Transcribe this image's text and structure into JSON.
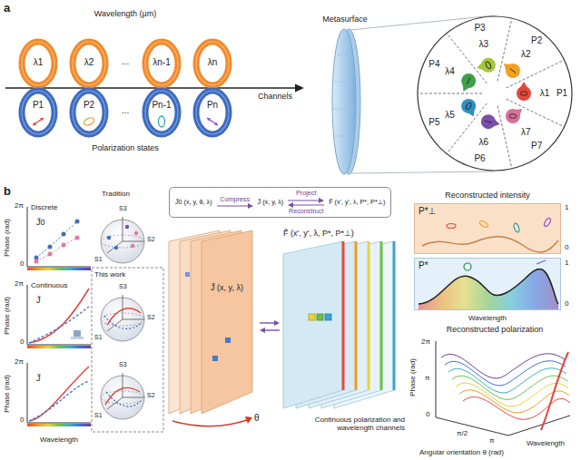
{
  "diagram": {
    "nodes": [
      {
        "text": [
          "λ1"
        ]
      },
      {
        "text": [
          "λ2"
        ]
      },
      {
        "text": [
          "λn-1"
        ]
      },
      {
        "text": [
          "λn"
        ]
      },
      {
        "text": [
          "P1"
        ]
      },
      {
        "text": [
          "P2"
        ]
      },
      {
        "text": [
          "Pn-1"
        ]
      },
      {
        "text": [
          "Pn"
        ]
      },
      {
        "text": [
          "P1",
          "P2",
          "P3",
          "P4",
          "P5",
          "P6",
          "P7",
          "λ1",
          "λ2",
          "λ3",
          "λ4",
          "λ5",
          "λ6",
          "λ7"
        ]
      },
      {
        "text": [
          "J̃0 (x, y, θ, λ)",
          "Compress",
          "J̃ (x, y, λ)",
          "Project",
          "Reconstruct",
          "F̃ (x', y', λ, P*, P*⊥)"
        ]
      },
      {
        "text": [
          "J̃ (x, y, λ)"
        ]
      },
      {
        "text": [
          "F̃ (x', y', λ, P*, P*⊥)",
          "Continuous polarization and wavelength channels"
        ]
      },
      {
        "text": [
          "P*⊥"
        ]
      },
      {
        "text": [
          "P*"
        ]
      }
    ],
    "edges": [
      {
        "from": 10,
        "to": 11,
        "arrow": "to"
      },
      {
        "from": 11,
        "to": 10,
        "arrow": "to"
      }
    ],
    "labels": [
      "a",
      "Wavelength (μm)",
      "...",
      "...",
      "Channels",
      "Polarization states",
      "Metasurface",
      "b",
      "2π",
      "0",
      "Phase (rad)",
      "Discrete",
      "J̃0",
      "Tradition",
      "S3",
      "S1",
      "S2",
      "2π",
      "0",
      "Phase (rad)",
      "Continuous",
      "J̃",
      "This work",
      "S3",
      "S1",
      "S2",
      "2π",
      "0",
      "Phase (rad)",
      "J̃",
      "S3",
      "S1",
      "S2",
      "Wavelength",
      "θ",
      "Reconstructed intensity",
      "1",
      "0",
      "1",
      "0",
      "Wavelength",
      "Reconstructed polarization",
      "2π",
      "π",
      "0",
      "Phase (rad)",
      "π/2",
      "π",
      "Angular orientation θ (rad)",
      "Wavelength"
    ]
  }
}
